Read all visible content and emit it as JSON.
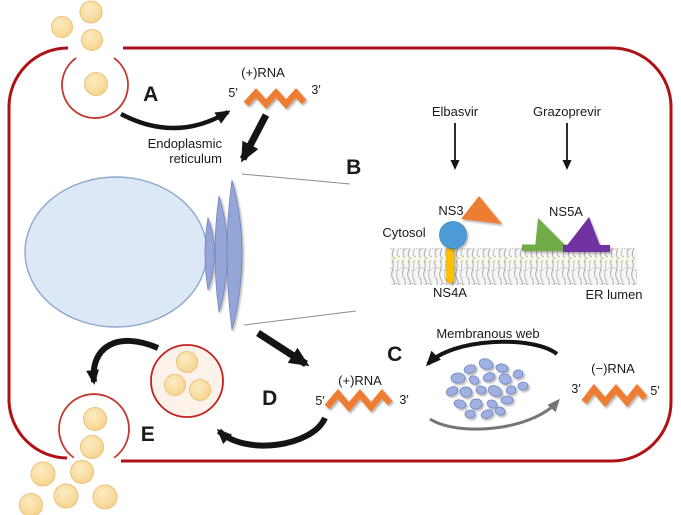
{
  "steps": {
    "a": "A",
    "b": "B",
    "c": "C",
    "d": "D",
    "e": "E"
  },
  "rna_top": {
    "name": "(+)RNA",
    "five_prime": "5′",
    "three_prime": "3′"
  },
  "rna_mid": {
    "name": "(+)RNA",
    "five_prime": "5′",
    "three_prime": "3′"
  },
  "rna_minus": {
    "name": "(−)RNA",
    "three_prime": "3′",
    "five_prime": "5′"
  },
  "organelles": {
    "er_line1": "Endoplasmic",
    "er_line2": "reticulum",
    "membranous_web": "Membranous web",
    "cytosol": "Cytosol",
    "er_lumen": "ER lumen"
  },
  "drugs": {
    "elbasvir": "Elbasvir",
    "grazoprevir": "Grazoprevir"
  },
  "proteins": {
    "ns3": "NS3",
    "ns4a": "NS4A",
    "ns5a": "NS5A"
  },
  "colors": {
    "cell_border": "#AF1115",
    "vesicle_border": "#C03A30",
    "virus_particle_fill": "#F9DCA0",
    "virus_particle_border": "#ECC17C",
    "nucleus_fill": "#DCE8F6",
    "nucleus_border": "#8CA7CD",
    "er_arc_blue": "#94A6D8",
    "web_vesicle_blue": "#9FB1E0",
    "rna_orange": "#ED7D31",
    "ns3_triangle_orange": "#ED7D31",
    "ns3_helicase_blue": "#4F9BD8",
    "ns4a_gold": "#FFC000",
    "ns5a_green": "#70AD47",
    "ns5a_purple": "#7030A0",
    "arrow_black": "#141414",
    "arrow_gray": "#757575"
  }
}
